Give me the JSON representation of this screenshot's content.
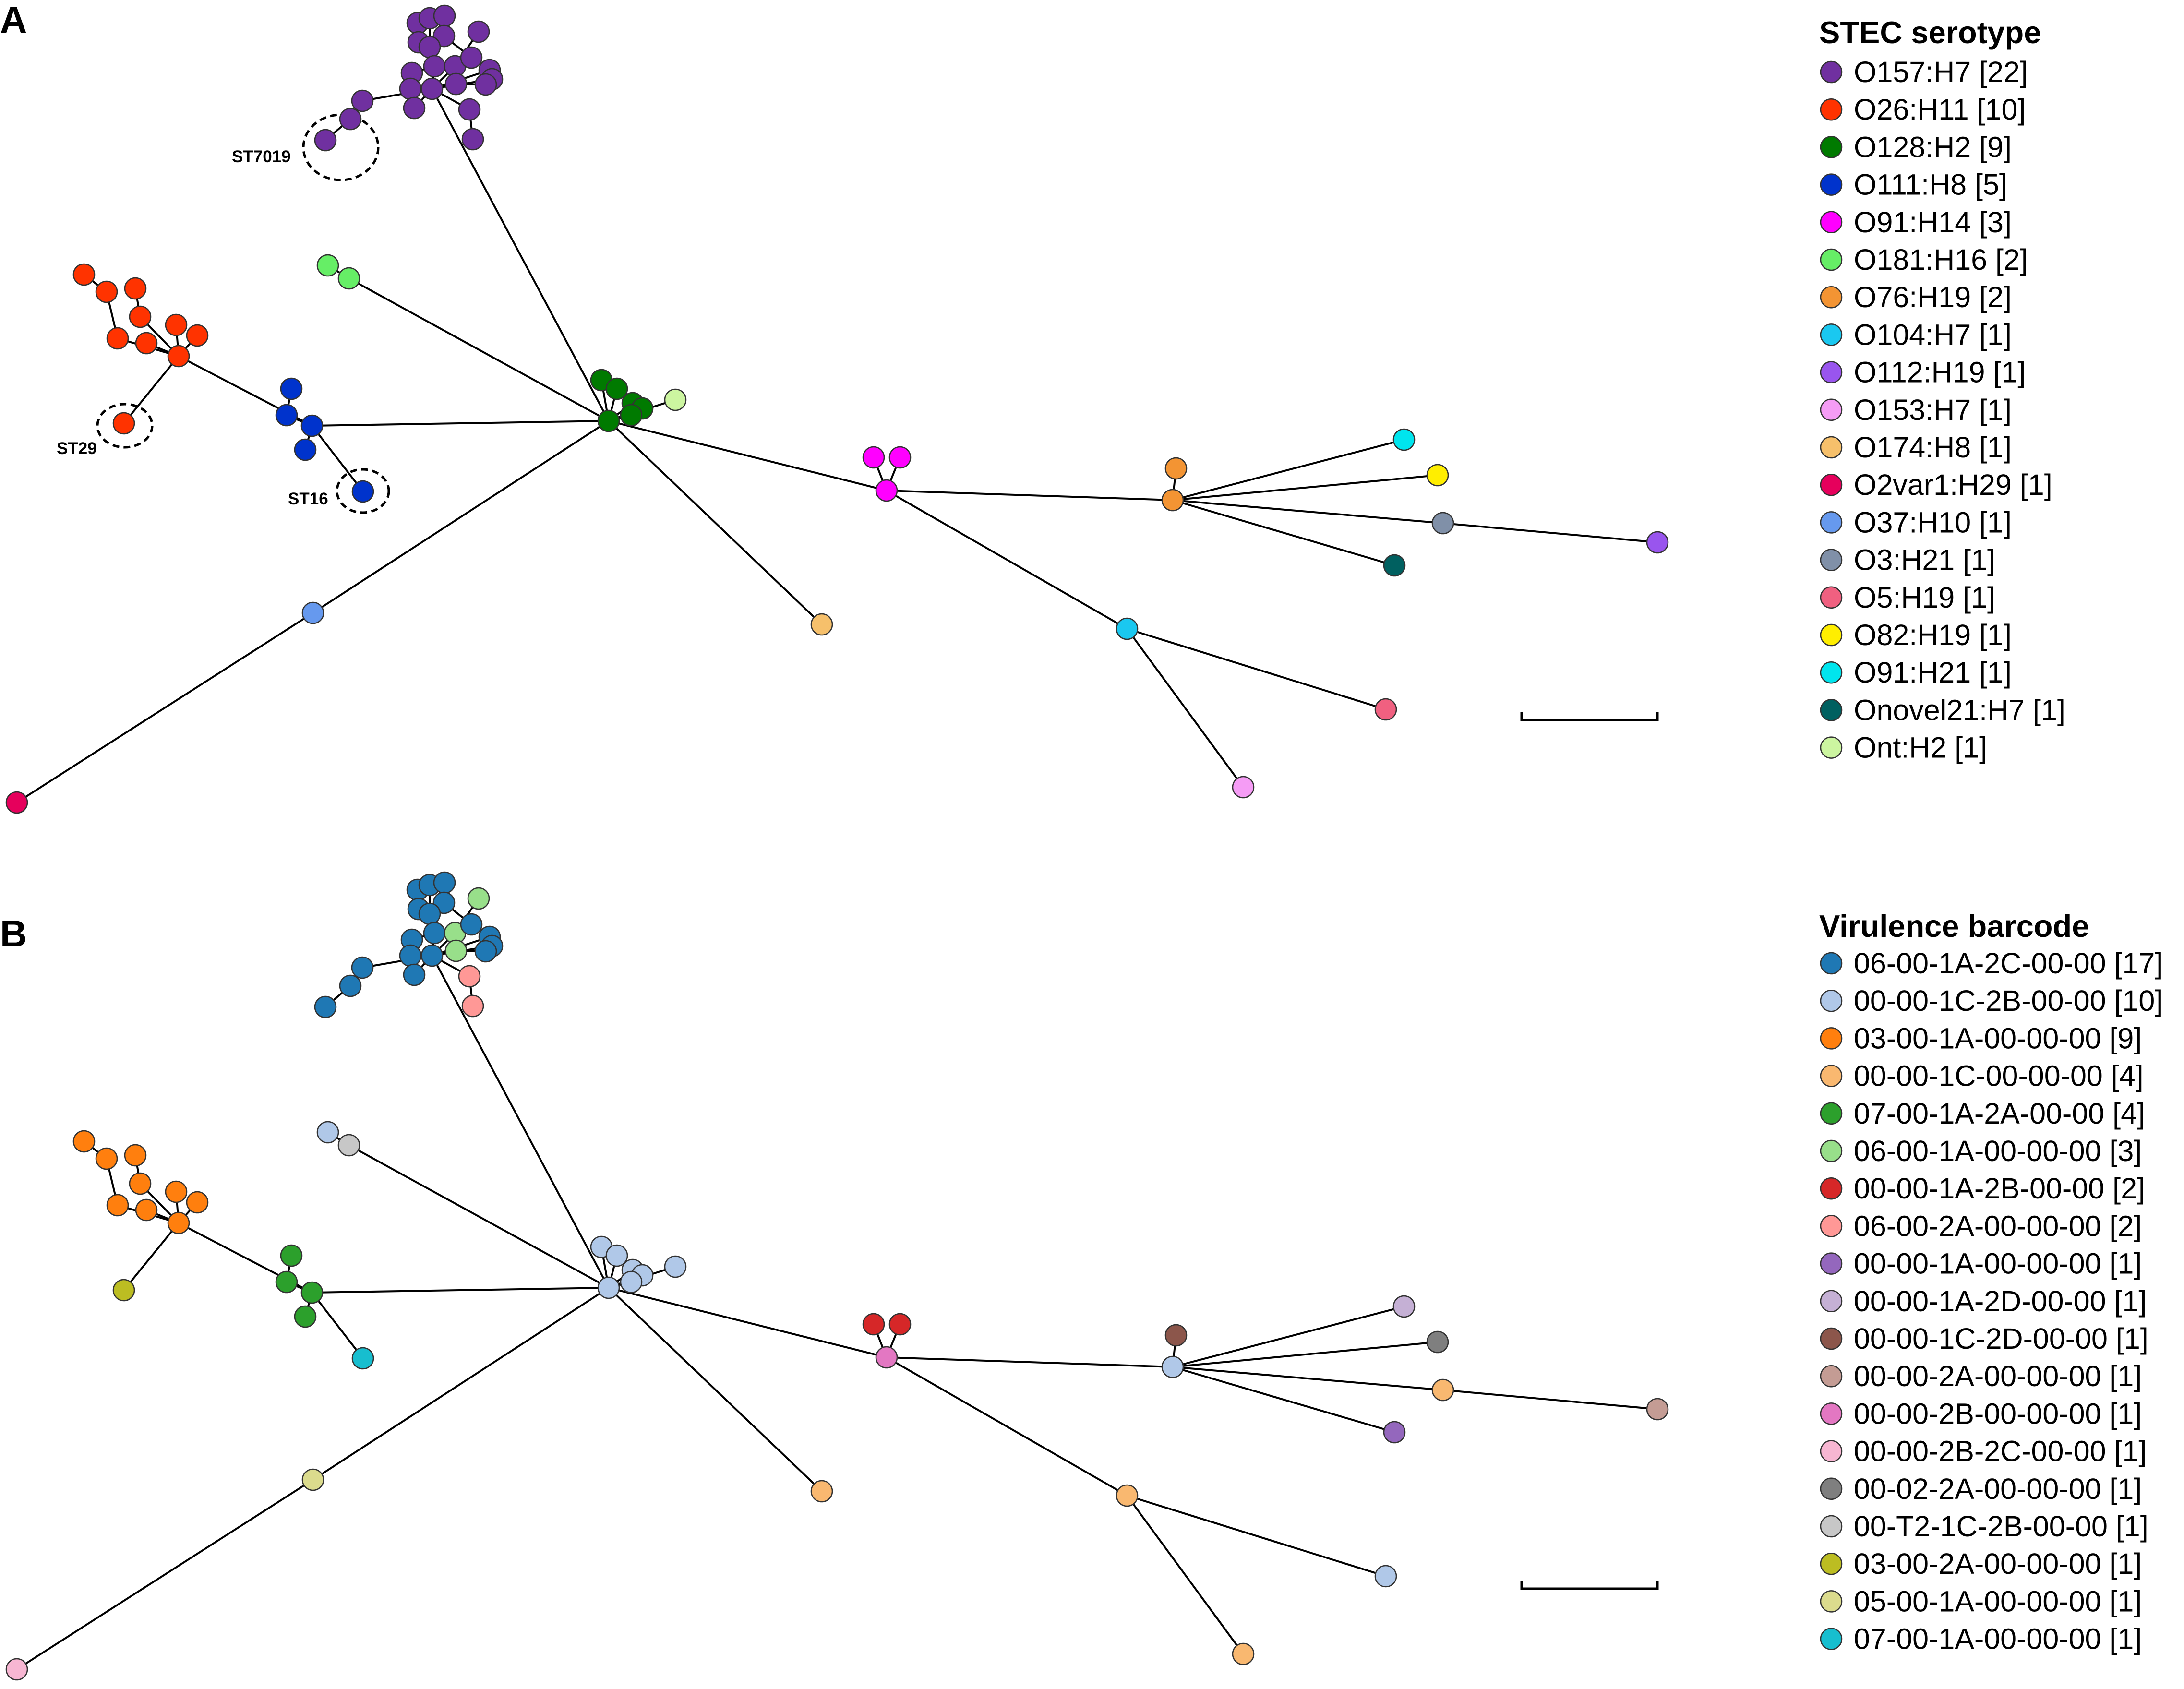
{
  "panels": [
    {
      "letter": "A",
      "legend": {
        "title": "STEC serotype",
        "items": [
          {
            "label": "O157:H7 [22]",
            "color": "#7030a0"
          },
          {
            "label": "O26:H11 [10]",
            "color": "#ff3300"
          },
          {
            "label": "O128:H2 [9]",
            "color": "#007a00"
          },
          {
            "label": "O111:H8 [5]",
            "color": "#0033cc"
          },
          {
            "label": "O91:H14 [3]",
            "color": "#ff00ff"
          },
          {
            "label": "O181:H16 [2]",
            "color": "#66ee66"
          },
          {
            "label": "O76:H19 [2]",
            "color": "#f39433"
          },
          {
            "label": "O104:H7 [1]",
            "color": "#1ac8f0"
          },
          {
            "label": "O112:H19 [1]",
            "color": "#9955ee"
          },
          {
            "label": "O153:H7 [1]",
            "color": "#f59cf5"
          },
          {
            "label": "O174:H8 [1]",
            "color": "#f6c06b"
          },
          {
            "label": "O2var1:H29 [1]",
            "color": "#e6005c"
          },
          {
            "label": "O37:H10 [1]",
            "color": "#6699ee"
          },
          {
            "label": "O3:H21 [1]",
            "color": "#8090a8"
          },
          {
            "label": "O5:H19 [1]",
            "color": "#f06080"
          },
          {
            "label": "O82:H19 [1]",
            "color": "#ffee00"
          },
          {
            "label": "O91:H21 [1]",
            "color": "#00e5ee"
          },
          {
            "label": "Onovel21:H7 [1]",
            "color": "#006060"
          },
          {
            "label": "Ont:H2 [1]",
            "color": "#ccf5a0"
          }
        ]
      },
      "st_labels": [
        "ST7019",
        "ST29",
        "ST16"
      ]
    },
    {
      "letter": "B",
      "legend": {
        "title": "Virulence barcode",
        "items": [
          {
            "label": "06-00-1A-2C-00-00 [17]",
            "color": "#1f78b4"
          },
          {
            "label": "00-00-1C-2B-00-00 [10]",
            "color": "#b0c8e8"
          },
          {
            "label": "03-00-1A-00-00-00 [9]",
            "color": "#ff7f0e"
          },
          {
            "label": "00-00-1C-00-00-00 [4]",
            "color": "#f9b870"
          },
          {
            "label": "07-00-1A-2A-00-00 [4]",
            "color": "#2ca02c"
          },
          {
            "label": "06-00-1A-00-00-00 [3]",
            "color": "#98df8a"
          },
          {
            "label": "00-00-1A-2B-00-00 [2]",
            "color": "#d62728"
          },
          {
            "label": "06-00-2A-00-00-00 [2]",
            "color": "#ff9896"
          },
          {
            "label": "00-00-1A-00-00-00 [1]",
            "color": "#9467bd"
          },
          {
            "label": "00-00-1A-2D-00-00 [1]",
            "color": "#c5b0d5"
          },
          {
            "label": "00-00-1C-2D-00-00 [1]",
            "color": "#8c564b"
          },
          {
            "label": "00-00-2A-00-00-00 [1]",
            "color": "#c49c94"
          },
          {
            "label": "00-00-2B-00-00-00 [1]",
            "color": "#e377c2"
          },
          {
            "label": "00-00-2B-2C-00-00 [1]",
            "color": "#f7b6d2"
          },
          {
            "label": "00-02-2A-00-00-00 [1]",
            "color": "#7f7f7f"
          },
          {
            "label": "00-T2-1C-2B-00-00 [1]",
            "color": "#c7c7c7"
          },
          {
            "label": "03-00-2A-00-00-00 [1]",
            "color": "#bcbd22"
          },
          {
            "label": "05-00-1A-00-00-00 [1]",
            "color": "#dbdb8d"
          },
          {
            "label": "07-00-1A-00-00-00 [1]",
            "color": "#17becf"
          }
        ]
      }
    }
  ]
}
